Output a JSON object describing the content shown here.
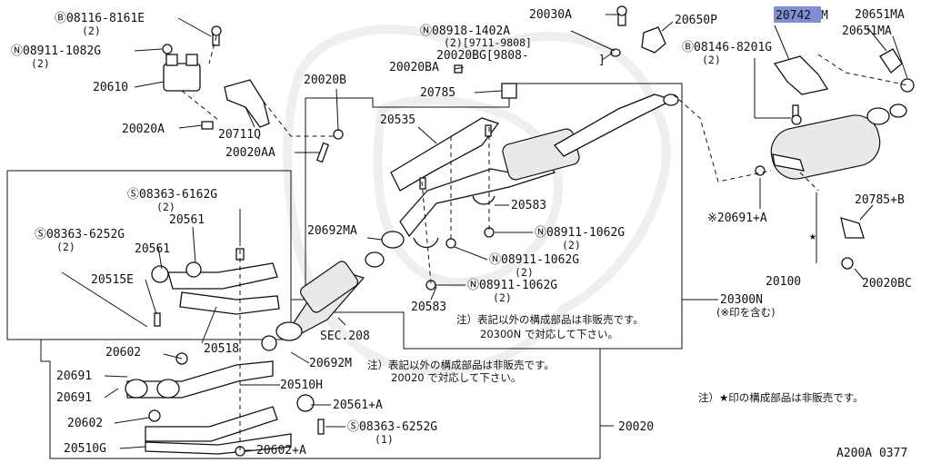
{
  "diagram_code": "A200A 0377",
  "highlight": {
    "part_no": "20742",
    "suffix": "M",
    "color": "#7f8fd6"
  },
  "labels": {
    "l01": "Ⓑ08116-8161E",
    "l01b": "(2)",
    "l02": "Ⓝ08911-1082G",
    "l02b": "(2)",
    "l03": "20610",
    "l04": "20020A",
    "l05": "20711Q",
    "l06": "20020B",
    "l07": "20020AA",
    "l08": "Ⓢ08363-6162G",
    "l08b": "(2)",
    "l09": "Ⓢ08363-6252G",
    "l09b": "(2)",
    "l10": "20561",
    "l11": "20561",
    "l12": "20515E",
    "l13": "20518",
    "l14": "20602",
    "l15": "20691",
    "l16": "20691",
    "l17": "20602",
    "l18": "20510G",
    "l19": "20602+A",
    "l20": "20510H",
    "l21": "20561+A",
    "l22": "Ⓢ08363-6252G",
    "l22b": "(1)",
    "l23": "20020",
    "l24": "20692M",
    "l25": "SEC.208",
    "l26": "20692MA",
    "l27": "20535",
    "l28": "20583",
    "l29": "20583",
    "l30": "Ⓝ08911-1062G",
    "l30b": "(2)",
    "l31": "Ⓝ08911-1062G",
    "l31b": "(2)",
    "l32": "Ⓝ08911-1062G",
    "l32b": "(2)",
    "l33": "20300N",
    "l33b": "(※印を含む)",
    "l34": "20030A",
    "l35": "Ⓝ08918-1402A",
    "l35b": "(2)[9711-9808]",
    "l36": "20020BG[9808-",
    "l36b": "]",
    "l37": "20020BA",
    "l38": "20785",
    "l39": "20650P",
    "l40": "Ⓑ08146-8201G",
    "l40b": "(2)",
    "l41": "20651MA",
    "l42": "20651MA",
    "l43": "20785+B",
    "l44": "※20691+A",
    "l45": "20100",
    "l46": "20020BC"
  },
  "notes": {
    "n1a": "注）表記以外の構成部品は非販売です。",
    "n1b": "20300N で対応して下さい。",
    "n2a": "注）表記以外の構成部品は非販売です。",
    "n2b": "20020 で対応して下さい。",
    "n3": "注）★印の構成部品は非販売です。"
  },
  "symbols": {
    "star_a": "★"
  }
}
